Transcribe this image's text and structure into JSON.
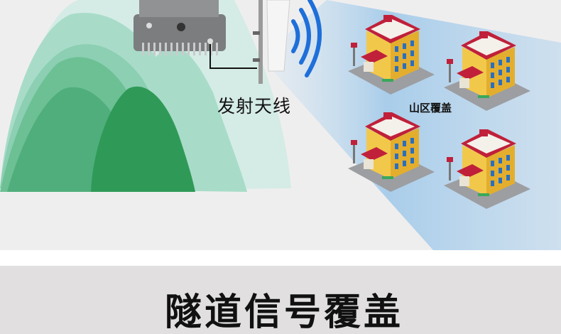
{
  "illustration": {
    "antenna_label": "发射天线",
    "coverage_label": "山区覆盖",
    "colors": {
      "beam": "#a9cdea",
      "signal": "#1e6fd9",
      "mountain_dark": "#2f9a57",
      "roof": "#c0203a",
      "wall": "#f2c84b"
    }
  },
  "section": {
    "title": "隧道信号覆盖"
  }
}
